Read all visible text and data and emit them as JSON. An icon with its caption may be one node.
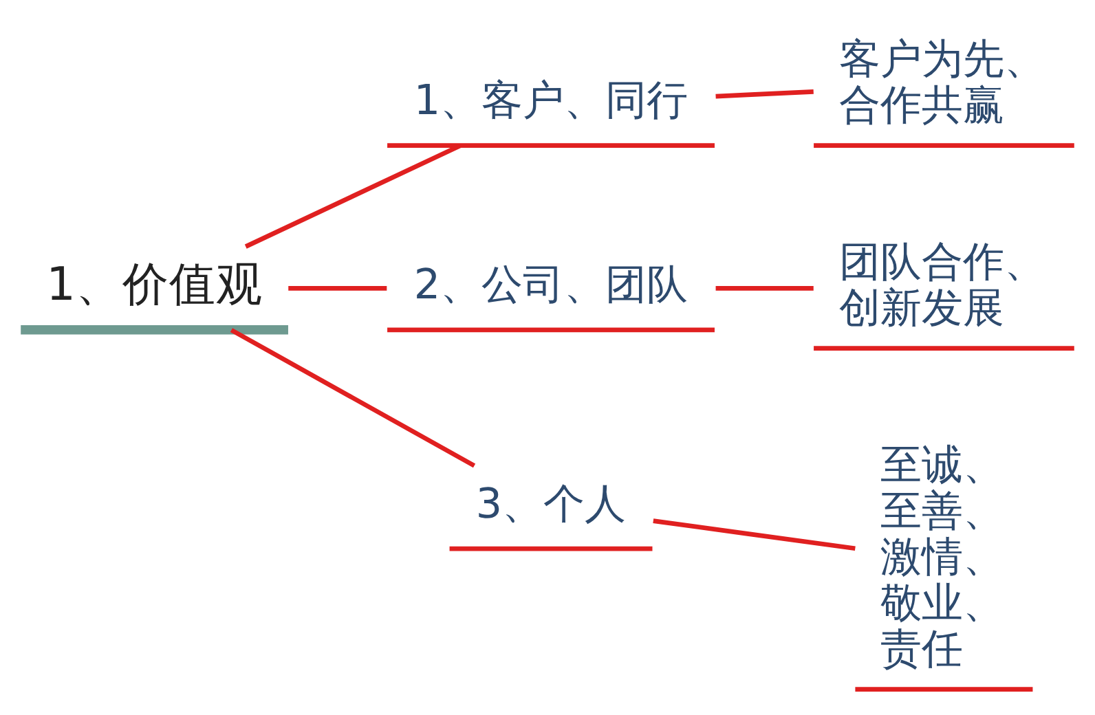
{
  "diagram": {
    "nodes": [
      {
        "text": [
          "1、价值观"
        ]
      },
      {
        "text": [
          "1、客户、同行"
        ]
      },
      {
        "text": [
          "客户为先、合作共赢"
        ]
      },
      {
        "text": [
          "2、公司、团队"
        ]
      },
      {
        "text": [
          "团队合作、创新发展"
        ]
      },
      {
        "text": [
          "3、个人"
        ]
      },
      {
        "text": [
          "至诚、至善、激情、敬业、责任"
        ]
      }
    ],
    "edges": [
      {
        "from": 0,
        "to": 1,
        "arrow": "none"
      },
      {
        "from": 1,
        "to": 2,
        "arrow": "none"
      },
      {
        "from": 0,
        "to": 3,
        "arrow": "none"
      },
      {
        "from": 3,
        "to": 4,
        "arrow": "none"
      },
      {
        "from": 0,
        "to": 5,
        "arrow": "none"
      },
      {
        "from": 5,
        "to": 6,
        "arrow": "none"
      }
    ]
  }
}
